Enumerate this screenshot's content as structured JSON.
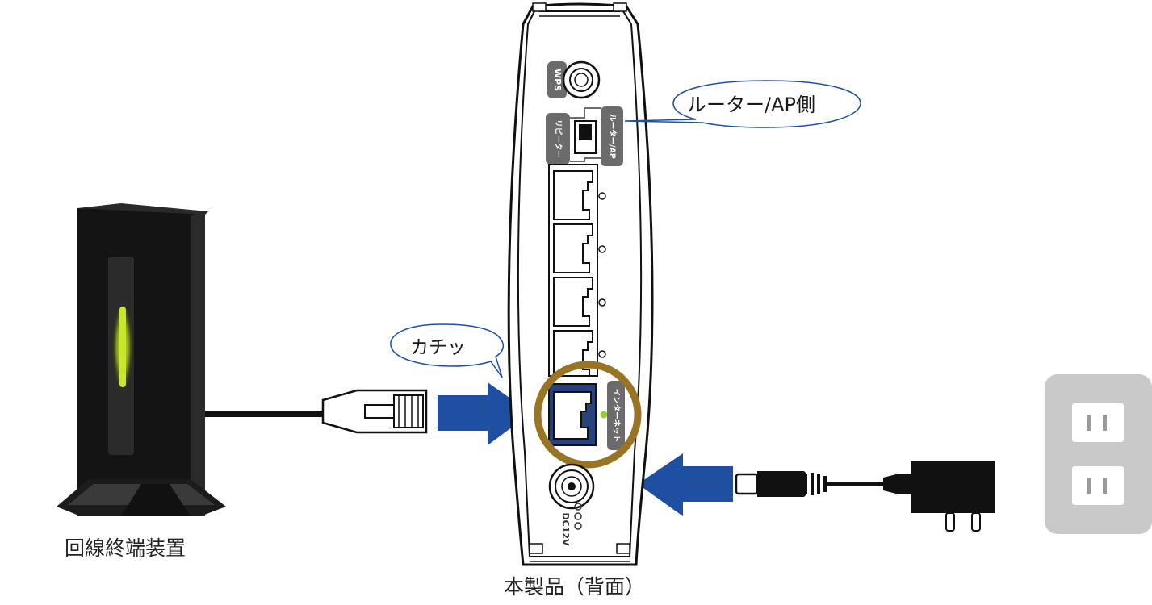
{
  "labels": {
    "onu": "回線終端装置",
    "router": "本製品（背面）",
    "click_bubble": "カチッ",
    "mode_bubble": "ルーター/AP側"
  },
  "router_panel": {
    "wps": "WPS",
    "repeater": "リピーター",
    "router_ap": "ルーター/AP",
    "internet": "インターネット",
    "dc": "DC12V"
  },
  "colors": {
    "arrow": "#1f4fa0",
    "highlight_ring": "#9a7425",
    "wan_port": "#28417f",
    "led_green": "#8fcf28",
    "outlet": "#c9c9c9",
    "onu_led": "#c8e62a"
  }
}
